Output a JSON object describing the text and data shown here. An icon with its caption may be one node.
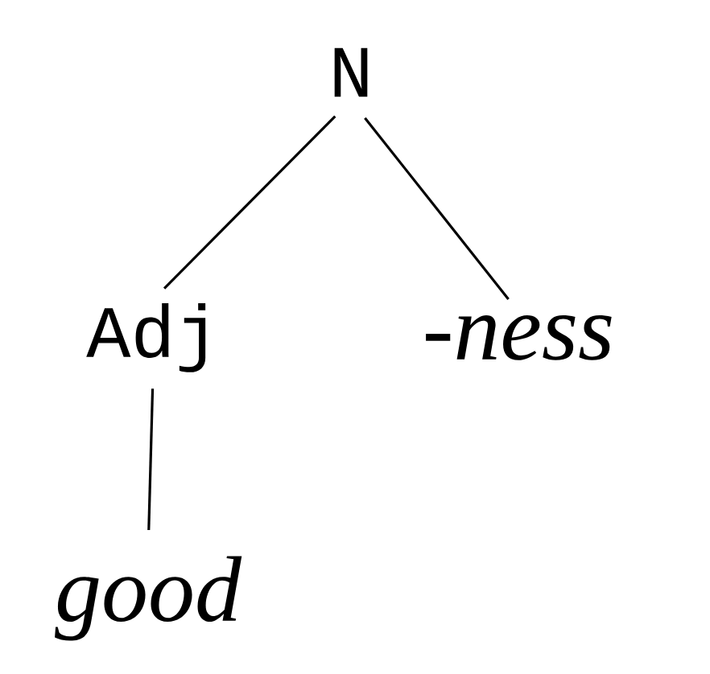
{
  "diagram": {
    "nodes": [
      {
        "text": [
          "N"
        ]
      },
      {
        "text": [
          "Adj"
        ]
      },
      {
        "text": [
          "-ness"
        ]
      },
      {
        "text": [
          "good"
        ]
      }
    ],
    "edges": [
      {
        "from": 0,
        "to": 1,
        "arrow": "none"
      },
      {
        "from": 0,
        "to": 2,
        "arrow": "none"
      },
      {
        "from": 1,
        "to": 3,
        "arrow": "none"
      }
    ]
  }
}
